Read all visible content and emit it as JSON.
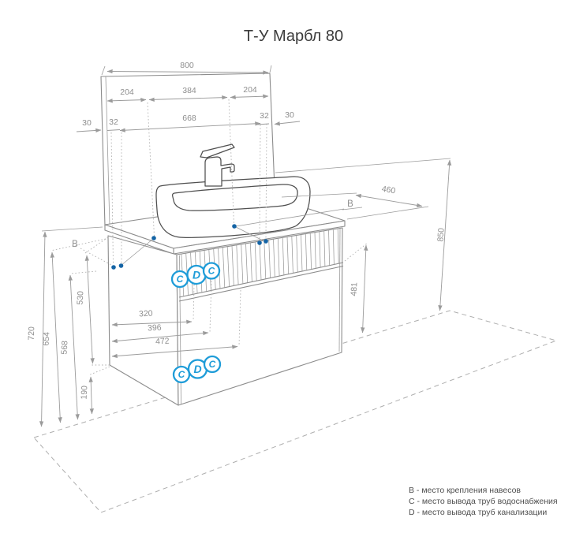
{
  "title": "Т-У Марбл 80",
  "colors": {
    "drawing_line": "#8c8c8c",
    "dimension_line": "#9b9b9b",
    "dimension_text": "#8e8e8e",
    "accent_blue": "#1e9cd8",
    "mount_dot_blue": "#1464a5",
    "legend_text": "#4f4f4f"
  },
  "dims": {
    "w800": "800",
    "w204l": "204",
    "w384": "384",
    "w204r": "204",
    "m30l": "30",
    "m32l": "32",
    "m668": "668",
    "m32r": "32",
    "m30r": "30",
    "d460": "460",
    "h850": "850",
    "h481": "481",
    "h720": "720",
    "h654": "654",
    "h568": "568",
    "h530": "530",
    "h190": "190",
    "p320": "320",
    "p396": "396",
    "p472": "472"
  },
  "labels": {
    "b": "B",
    "c": "C",
    "d": "D"
  },
  "legend": {
    "b": "В - место крепления навесов",
    "c": "С - место вывода труб водоснабжения",
    "d": "D - место вывода труб канализации"
  }
}
